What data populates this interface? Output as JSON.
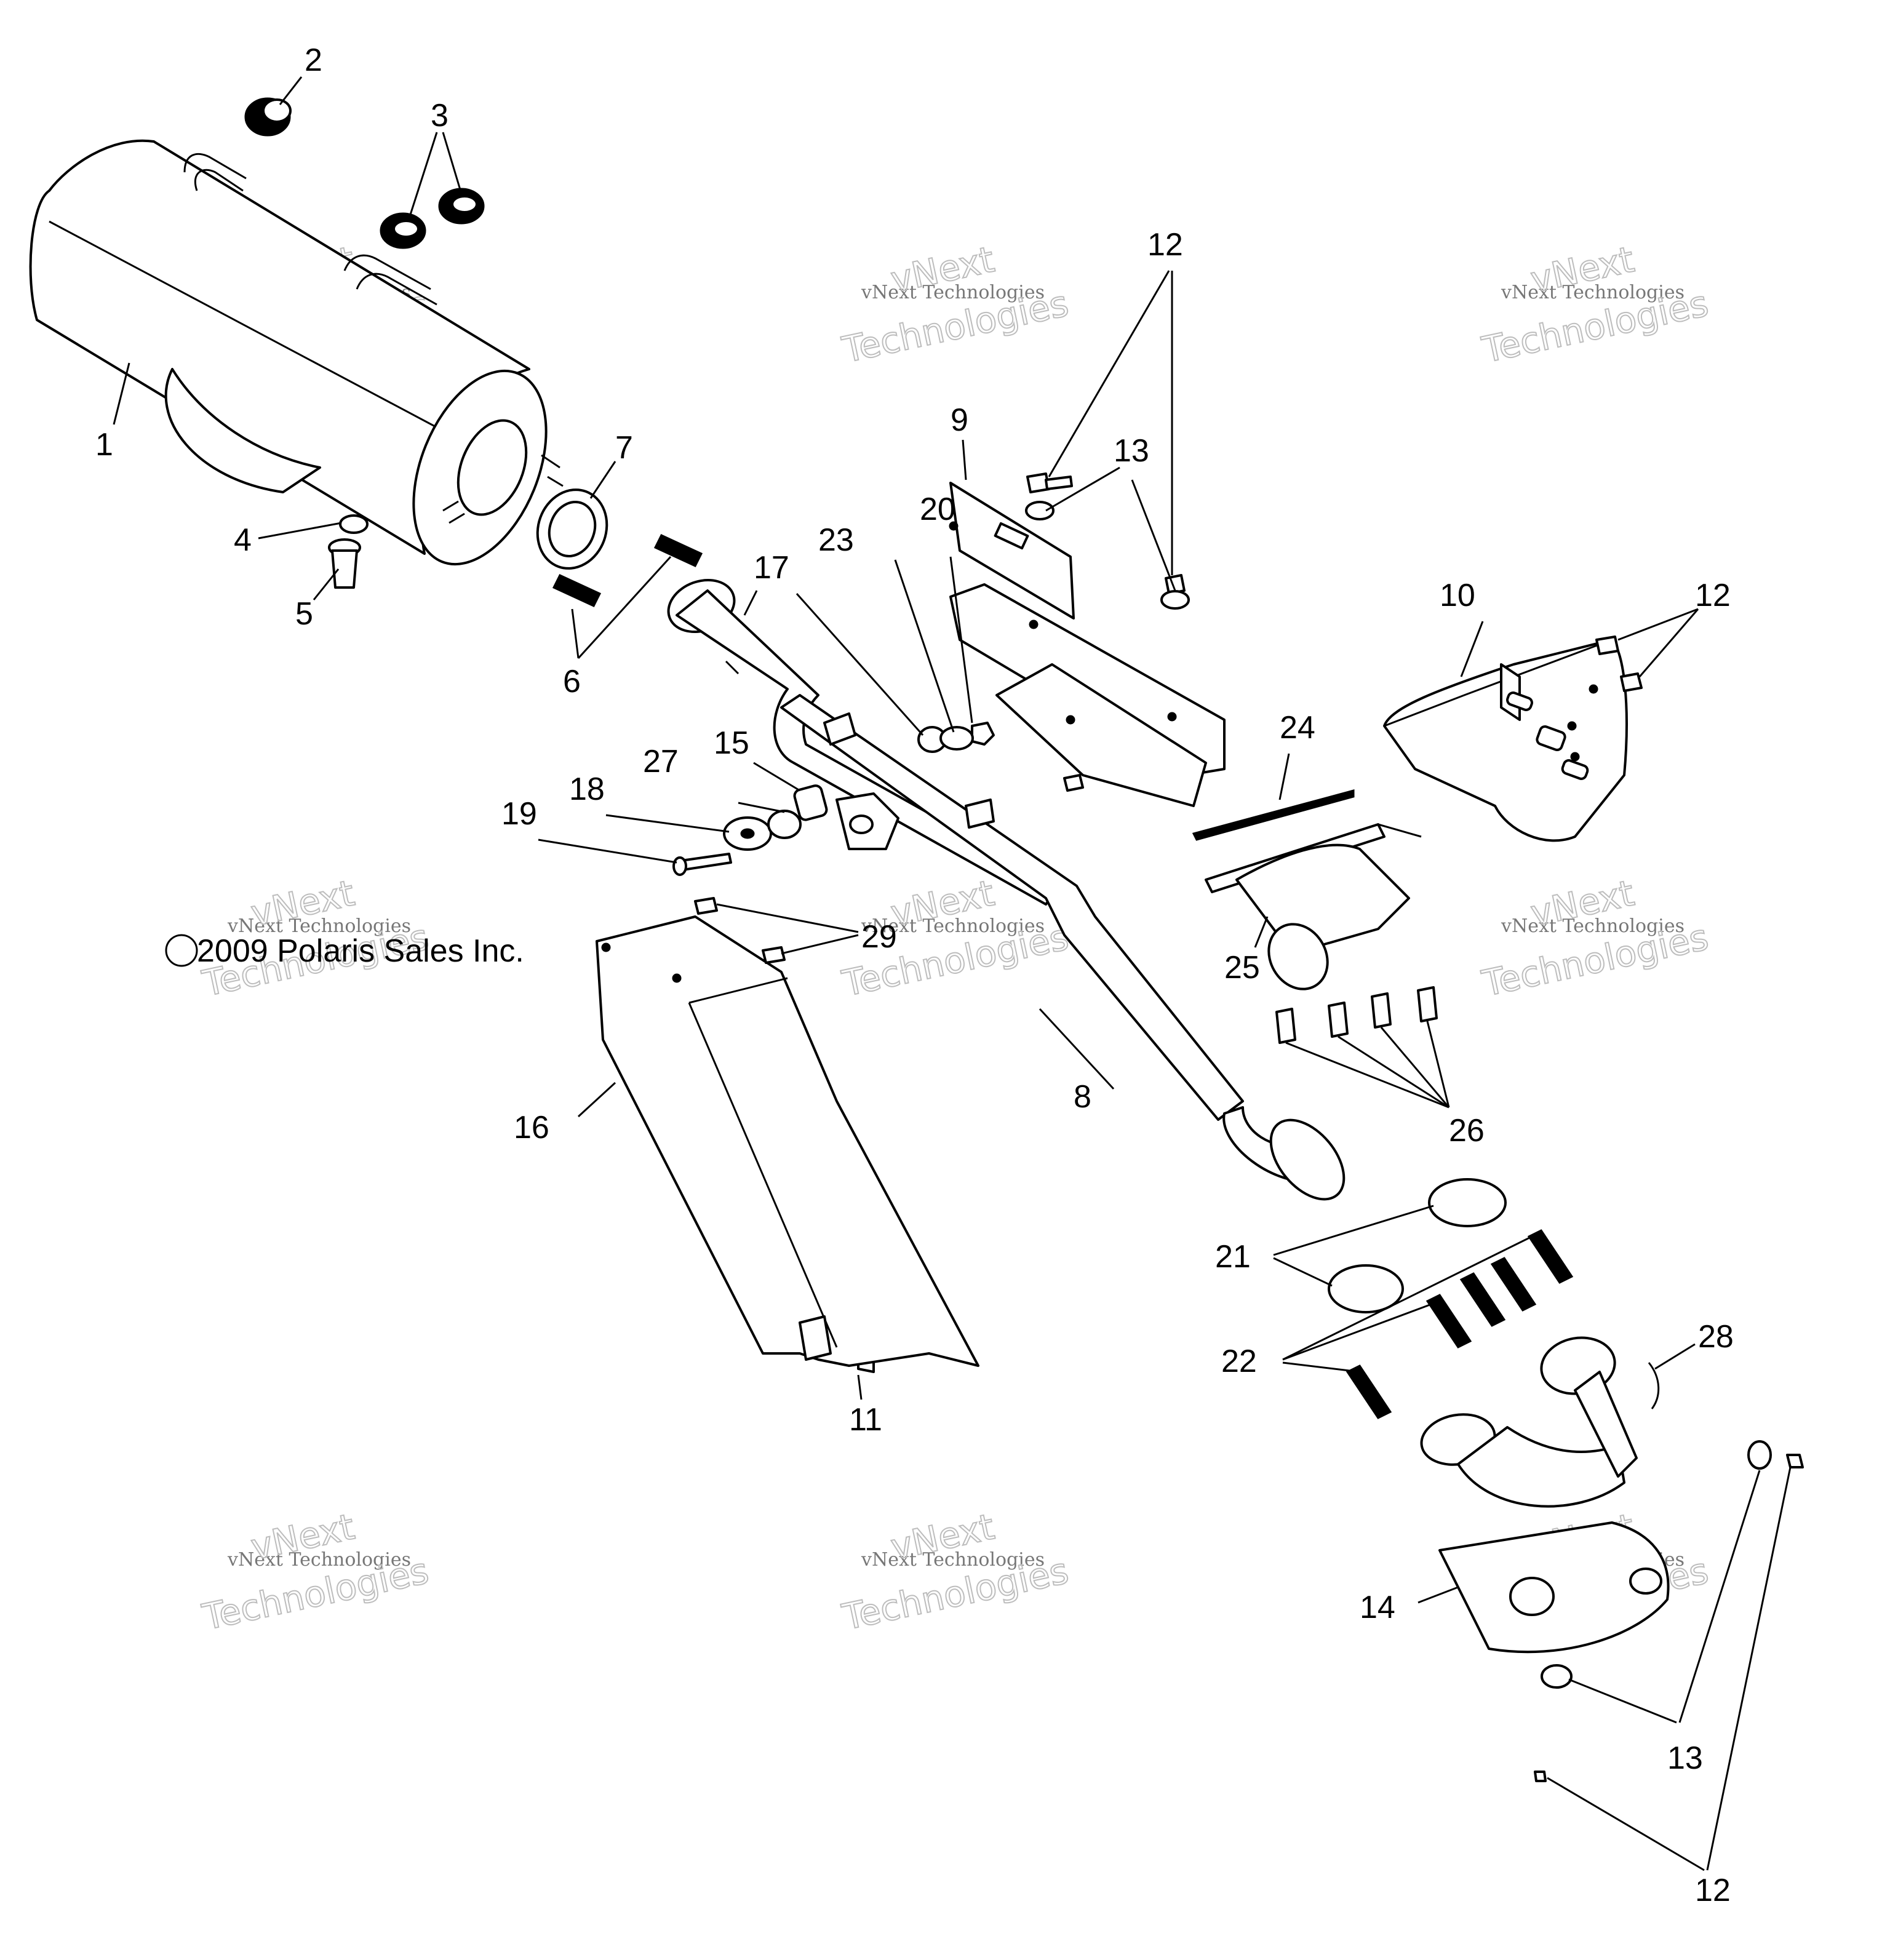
{
  "copyright": "c 2009 Polaris Sales Inc.",
  "watermark": {
    "small_text": "vNext Technologies",
    "big_line1": "vNext",
    "big_line2": "Technologies"
  },
  "callouts": {
    "c1": "1",
    "c2": "2",
    "c3": "3",
    "c4": "4",
    "c5": "5",
    "c6": "6",
    "c7": "7",
    "c8": "8",
    "c9": "9",
    "c10": "10",
    "c11": "11",
    "c12a": "12",
    "c12b": "12",
    "c12c": "12",
    "c13a": "13",
    "c13b": "13",
    "c14": "14",
    "c15": "15",
    "c16": "16",
    "c17": "17",
    "c18": "18",
    "c19": "19",
    "c20": "20",
    "c21": "21",
    "c22": "22",
    "c23": "23",
    "c24": "24",
    "c25": "25",
    "c26": "26",
    "c27": "27",
    "c28": "28",
    "c29": "29"
  }
}
